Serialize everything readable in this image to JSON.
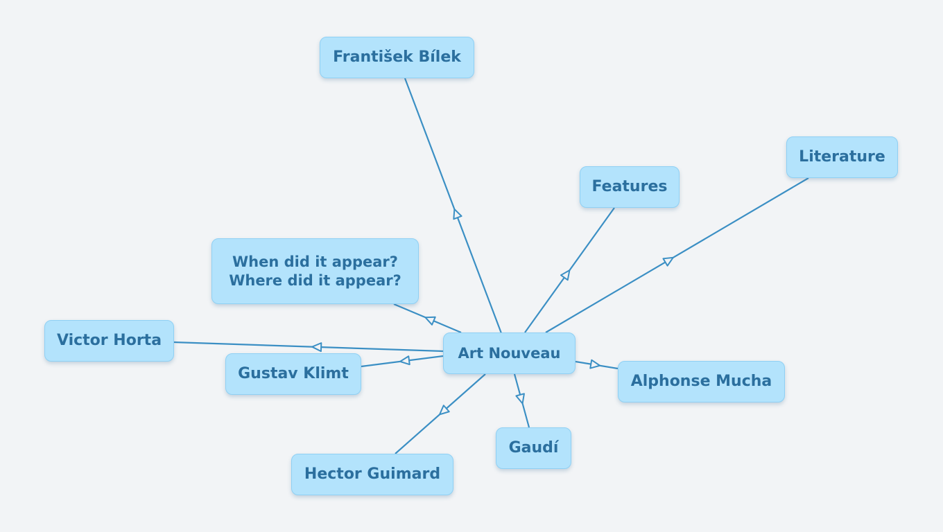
{
  "colors": {
    "background": "#f2f4f6",
    "node_fill": "#b3e3fc",
    "node_border": "#8fd0f4",
    "node_text": "#2b6f9e",
    "edge": "#3b8fc4"
  },
  "nodes": {
    "central": "Art Nouveau",
    "bilek": "František Bílek",
    "literature": "Literature",
    "features": "Features",
    "when": "When did it appear?\nWhere did it appear?",
    "horta": "Victor Horta",
    "klimt": "Gustav Klimt",
    "mucha": "Alphonse Mucha",
    "gaudi": "Gaudí",
    "guimard": "Hector Guimard"
  },
  "edges": [
    {
      "from": "central",
      "to": "bilek"
    },
    {
      "from": "central",
      "to": "literature"
    },
    {
      "from": "central",
      "to": "features"
    },
    {
      "from": "central",
      "to": "when"
    },
    {
      "from": "central",
      "to": "horta"
    },
    {
      "from": "central",
      "to": "klimt"
    },
    {
      "from": "central",
      "to": "mucha"
    },
    {
      "from": "central",
      "to": "gaudi"
    },
    {
      "from": "central",
      "to": "guimard"
    }
  ]
}
